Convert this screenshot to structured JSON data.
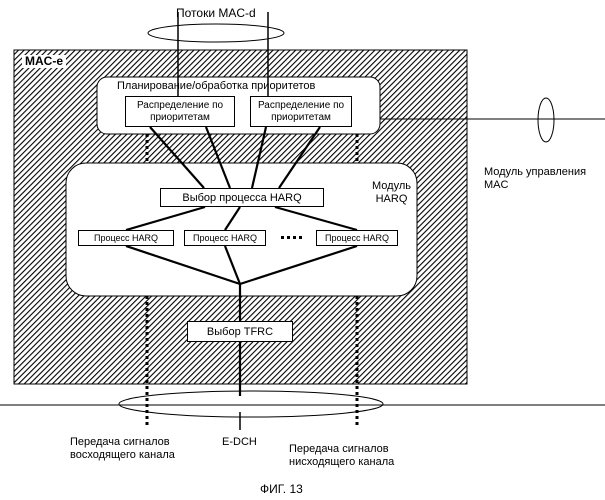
{
  "top_label": "Потоки MAC-d",
  "mac_e_label": "MAC-e",
  "scheduling": {
    "title": "Планирование/обработка приоритетов",
    "distribution_left": "Распределение по приоритетам",
    "distribution_right": "Распределение по приоритетам"
  },
  "harq_module": {
    "label_line1": "Модуль",
    "label_line2": "HARQ",
    "selection": "Выбор процесса HARQ",
    "process_1": "Процесс HARQ",
    "process_2": "Процесс HARQ",
    "ellipsis": "....",
    "process_3": "Процесс HARQ"
  },
  "tfrc": "Выбор TFRC",
  "mac_control": {
    "line1": "Модуль управления",
    "line2": "MAC"
  },
  "uplink": {
    "line1": "Передача сигналов",
    "line2": "восходящего канала"
  },
  "edch": "E-DCH",
  "downlink": {
    "line1": "Передача сигналов",
    "line2": "нисходящего канала"
  },
  "caption": "ФИГ. 13"
}
